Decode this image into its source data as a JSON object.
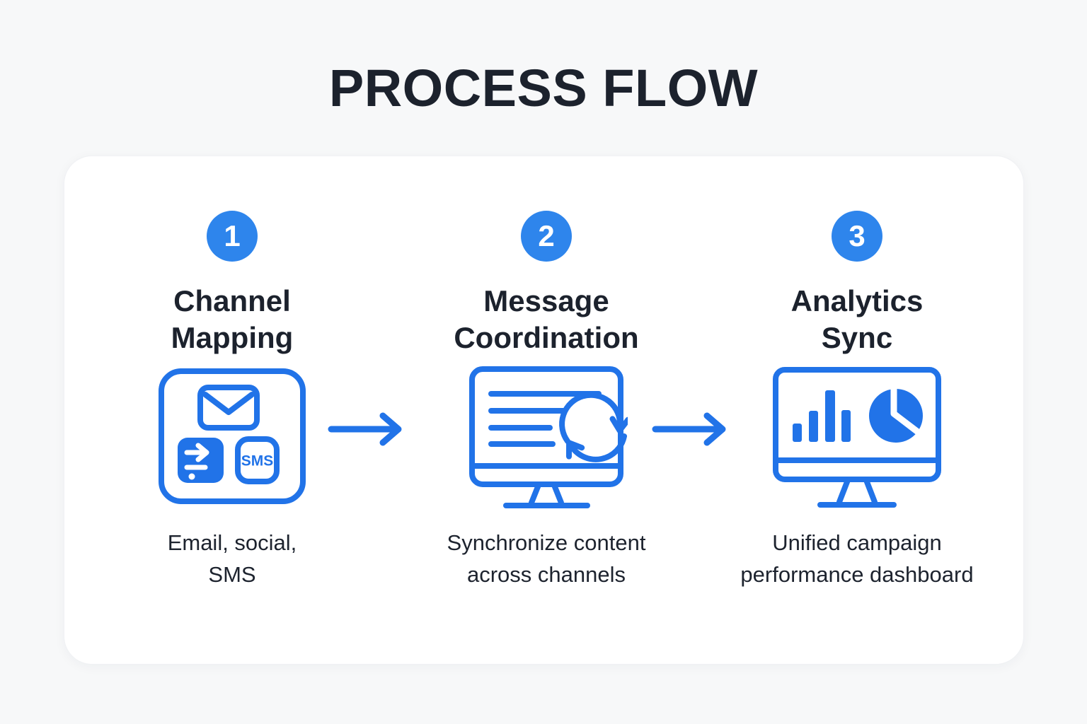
{
  "title": "PROCESS FLOW",
  "steps": [
    {
      "number": "1",
      "title_lines": [
        "Channel",
        "Mapping"
      ],
      "description_lines": [
        "Email, social,",
        "SMS"
      ],
      "icon": "channel-mapping-icon",
      "sms_label": "SMS"
    },
    {
      "number": "2",
      "title_lines": [
        "Message",
        "Coordination"
      ],
      "description_lines": [
        "Synchronize content",
        "across channels"
      ],
      "icon": "message-coordination-icon"
    },
    {
      "number": "3",
      "title_lines": [
        "Analytics",
        "Sync"
      ],
      "description_lines": [
        "Unified campaign",
        "performance dashboard"
      ],
      "icon": "analytics-sync-icon"
    }
  ],
  "icons": {
    "step_1": "channel-mapping-icon",
    "step_1_parts": [
      "envelope-icon",
      "routing-icon",
      "sms-icon"
    ],
    "step_2": "message-coordination-icon",
    "step_2_parts": [
      "monitor-icon",
      "text-lines-icon",
      "sync-arrows-icon"
    ],
    "step_3": "analytics-sync-icon",
    "step_3_parts": [
      "monitor-icon",
      "bar-chart-icon",
      "pie-chart-icon"
    ],
    "connector": "flow-arrow-icon"
  },
  "colors": {
    "accent": "#2173e8",
    "badge": "#2e85ec",
    "text": "#1c222d",
    "description": "#1d232e",
    "background": "#f7f8f9",
    "card": "#ffffff"
  }
}
